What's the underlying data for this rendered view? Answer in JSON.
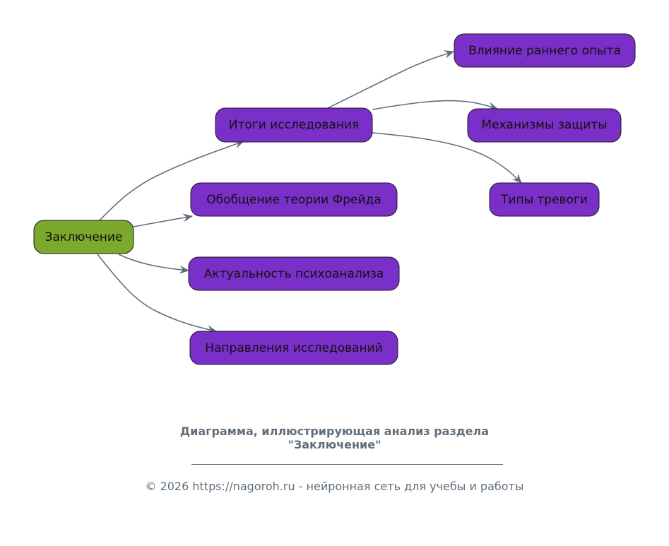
{
  "diagram": {
    "root": {
      "label": "Заключение",
      "color": "#7ca82b"
    },
    "nodes": [
      {
        "label": "Итоги исследования",
        "color": "#7b2fc9"
      },
      {
        "label": "Обобщение теории Фрейда",
        "color": "#7b2fc9"
      },
      {
        "label": "Актуальность психоанализа",
        "color": "#7b2fc9"
      },
      {
        "label": "Направления исследований",
        "color": "#7b2fc9"
      },
      {
        "label": "Влияние раннего опыта",
        "color": "#7b2fc9"
      },
      {
        "label": "Механизмы защиты",
        "color": "#7b2fc9"
      },
      {
        "label": "Типы тревоги",
        "color": "#7b2fc9"
      }
    ],
    "edges": [
      {
        "from": "Заключение",
        "to": "Итоги исследования"
      },
      {
        "from": "Заключение",
        "to": "Обобщение теории Фрейда"
      },
      {
        "from": "Заключение",
        "to": "Актуальность психоанализа"
      },
      {
        "from": "Заключение",
        "to": "Направления исследований"
      },
      {
        "from": "Итоги исследования",
        "to": "Влияние раннего опыта"
      },
      {
        "from": "Итоги исследования",
        "to": "Механизмы защиты"
      },
      {
        "from": "Итоги исследования",
        "to": "Типы тревоги"
      }
    ],
    "edge_color": "#5f6e7c"
  },
  "caption": {
    "title_line1": "Диаграмма, иллюстрирующая анализ раздела",
    "title_line2": "\"Заключение\"",
    "copyright": "© 2026 https://nagoroh.ru - нейронная сеть для учебы и работы"
  }
}
